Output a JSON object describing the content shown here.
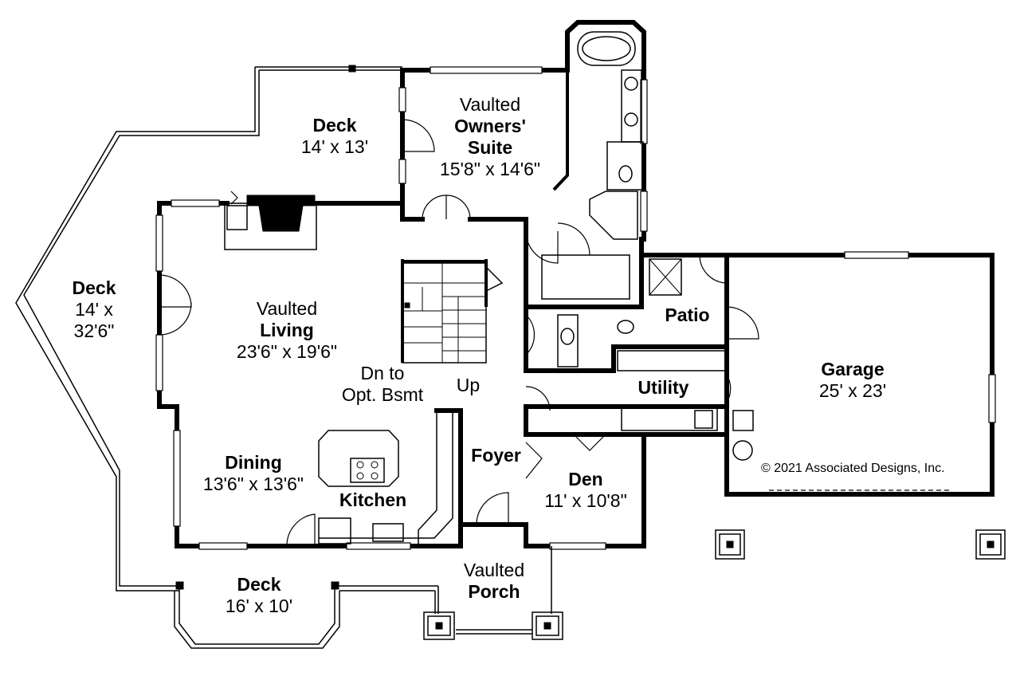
{
  "rooms": {
    "deck_top": {
      "name": "Deck",
      "size": "14' x 13'"
    },
    "deck_left": {
      "name": "Deck",
      "size_line1": "14' x",
      "size_line2": "32'6\""
    },
    "deck_bottom": {
      "name": "Deck",
      "size": "16' x 10'"
    },
    "owners_suite": {
      "prefix": "Vaulted",
      "name_line1": "Owners'",
      "name_line2": "Suite",
      "size": "15'8\" x 14'6\""
    },
    "living": {
      "prefix": "Vaulted",
      "name": "Living",
      "size": "23'6\" x 19'6\""
    },
    "stairs": {
      "down_line1": "Dn to",
      "down_line2": "Opt. Bsmt",
      "up": "Up"
    },
    "dining": {
      "name": "Dining",
      "size": "13'6\" x 13'6\""
    },
    "kitchen": {
      "name": "Kitchen"
    },
    "foyer": {
      "name": "Foyer"
    },
    "den": {
      "name": "Den",
      "size": "11' x 10'8\""
    },
    "patio": {
      "name": "Patio"
    },
    "utility": {
      "name": "Utility"
    },
    "garage": {
      "name": "Garage",
      "size": "25' x 23'"
    },
    "porch": {
      "prefix": "Vaulted",
      "name": "Porch"
    }
  },
  "copyright": "© 2021 Associated Designs, Inc."
}
